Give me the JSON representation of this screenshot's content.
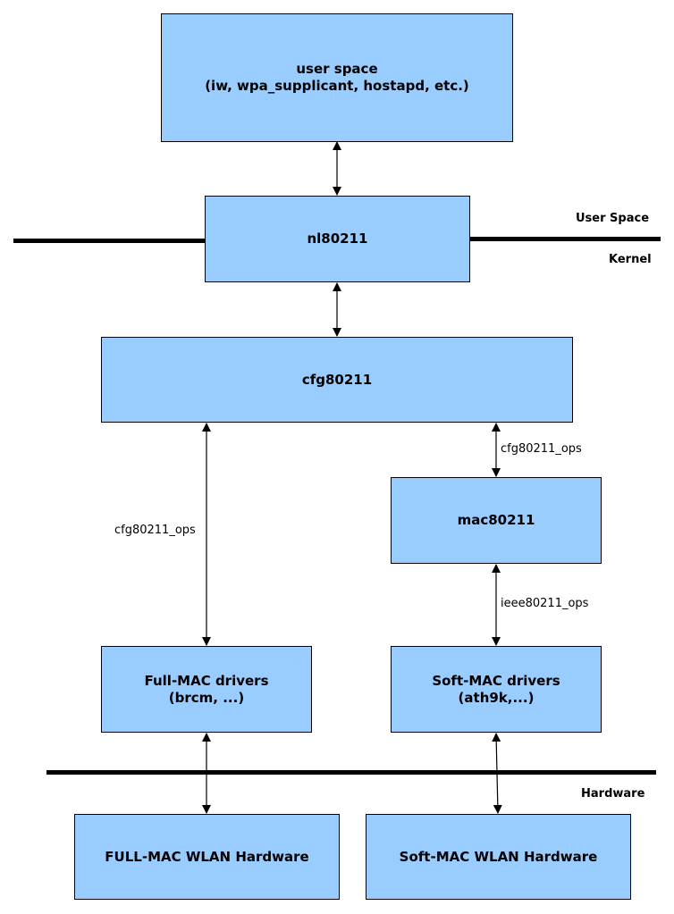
{
  "boxes": {
    "user_space": {
      "line1": "user space",
      "line2": "(iw, wpa_supplicant, hostapd, etc.)"
    },
    "nl80211": {
      "label": "nl80211"
    },
    "cfg80211": {
      "label": "cfg80211"
    },
    "mac80211": {
      "label": "mac80211"
    },
    "fullmac_drivers": {
      "line1": "Full-MAC drivers",
      "line2": "(brcm, ...)"
    },
    "softmac_drivers": {
      "line1": "Soft-MAC drivers",
      "line2": "(ath9k,...)"
    },
    "fullmac_hw": {
      "label": "FULL-MAC WLAN Hardware"
    },
    "softmac_hw": {
      "label": "Soft-MAC WLAN Hardware"
    }
  },
  "zones": {
    "user_space": "User Space",
    "kernel": "Kernel",
    "hardware": "Hardware"
  },
  "edge_labels": {
    "cfg_to_mac": "cfg80211_ops",
    "cfg_to_fullmac": "cfg80211_ops",
    "mac_to_softmac": "ieee80211_ops"
  },
  "colors": {
    "box_fill": "#99ccff",
    "line": "#000000"
  }
}
